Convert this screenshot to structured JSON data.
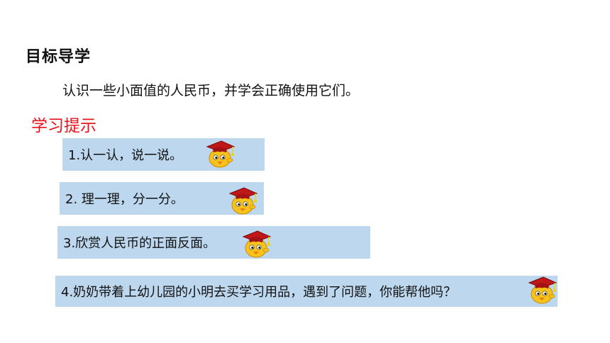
{
  "title": "目标导学",
  "objective": "认识一些小面值的人民币，并学会正确使用它们。",
  "hint_title": "学习提示",
  "tips": [
    {
      "text": "1.认一认，说一说。",
      "icon": "doctor-chick-icon"
    },
    {
      "text": "2. 理一理，分一分。",
      "icon": "doctor-chick-icon"
    },
    {
      "text": "3.欣赏人民币的正面反面。",
      "icon": "doctor-chick-icon"
    },
    {
      "text": "4.奶奶带着上幼儿园的小明去买学习用品，遇到了问题，你能帮他吗？",
      "icon": "doctor-chick-icon"
    }
  ],
  "colors": {
    "hint_title": "#e8141b",
    "tip_background": "#bdd7ee",
    "cap": "#c01818",
    "chick": "#f7c21c"
  }
}
